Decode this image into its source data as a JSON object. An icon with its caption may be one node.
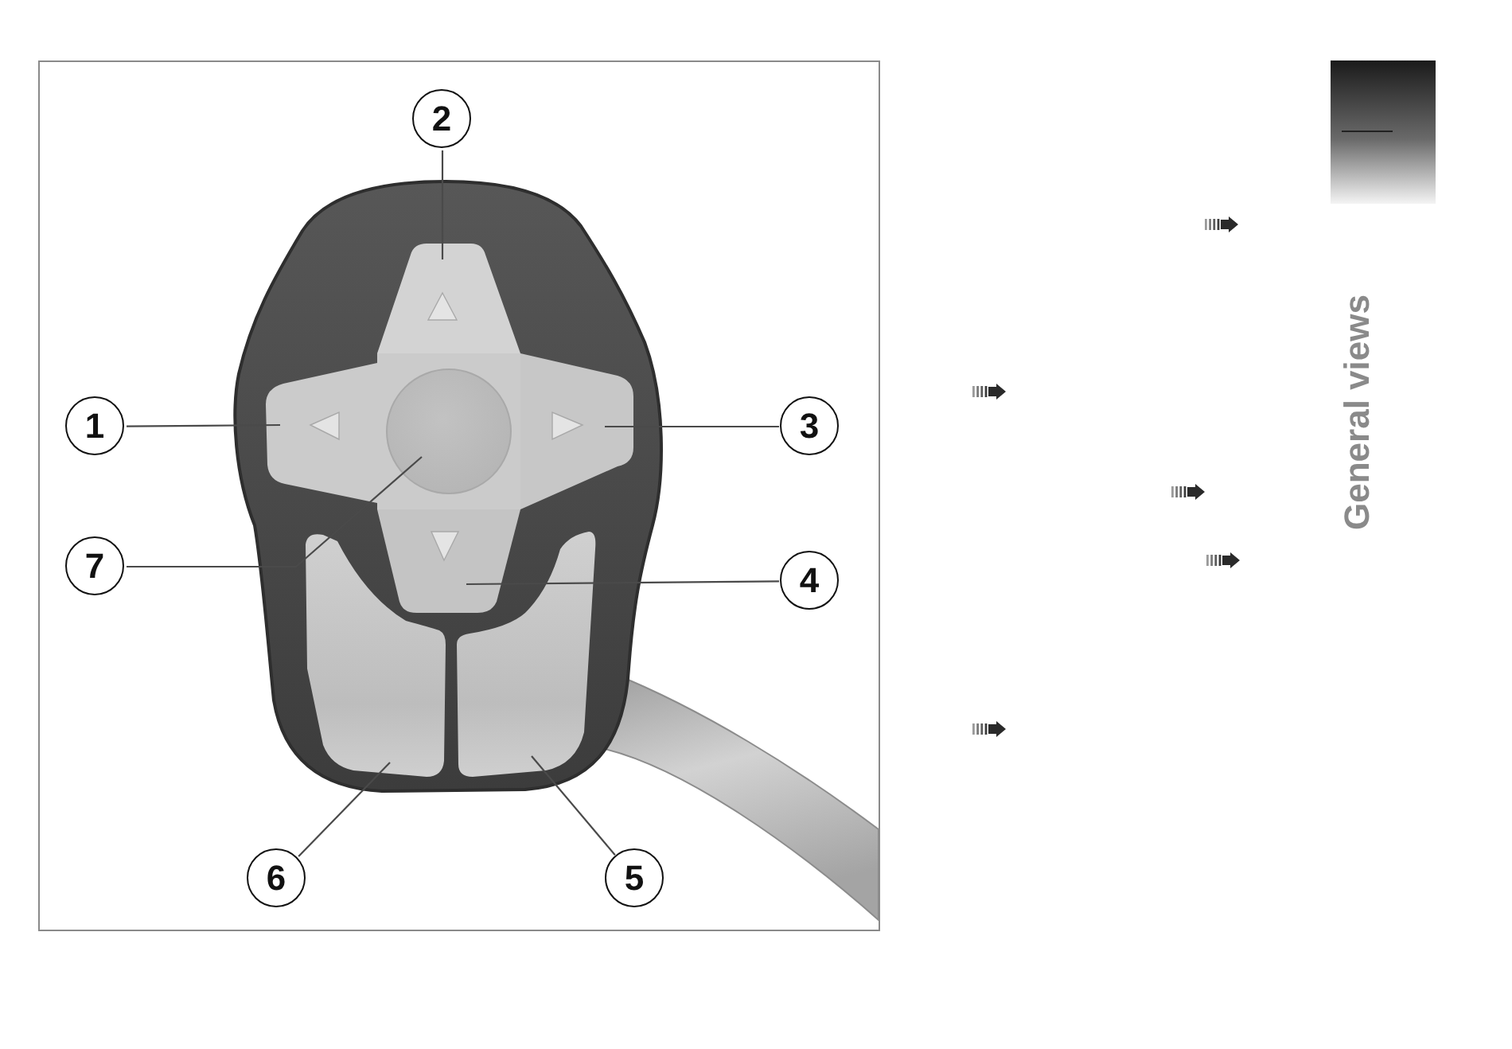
{
  "diagram": {
    "nodes": [
      {
        "text": [
          "2"
        ]
      },
      {
        "text": [
          "1"
        ]
      },
      {
        "text": [
          "3"
        ]
      },
      {
        "text": [
          "7"
        ]
      },
      {
        "text": [
          "4"
        ]
      },
      {
        "text": [
          "6"
        ]
      },
      {
        "text": [
          "5"
        ]
      },
      {
        "text": [],
        "shape": "picture"
      },
      {
        "text": [],
        "shape": "picture"
      },
      {
        "text": [],
        "shape": "picture"
      },
      {
        "text": [],
        "shape": "picture"
      },
      {
        "text": [],
        "shape": "picture"
      },
      {
        "text": [],
        "shape": "picture"
      },
      {
        "text": [],
        "shape": "picture"
      }
    ],
    "edges": [
      {
        "from": 0,
        "to": 7,
        "arrow": "none"
      },
      {
        "from": 1,
        "to": 8,
        "arrow": "none"
      },
      {
        "from": 2,
        "to": 10,
        "arrow": "none"
      },
      {
        "from": 3,
        "to": 9,
        "arrow": "none"
      },
      {
        "from": 4,
        "to": 11,
        "arrow": "none"
      },
      {
        "from": 5,
        "to": 12,
        "arrow": "none"
      },
      {
        "from": 6,
        "to": 13,
        "arrow": "none"
      }
    ],
    "labels": [
      "General views"
    ]
  }
}
